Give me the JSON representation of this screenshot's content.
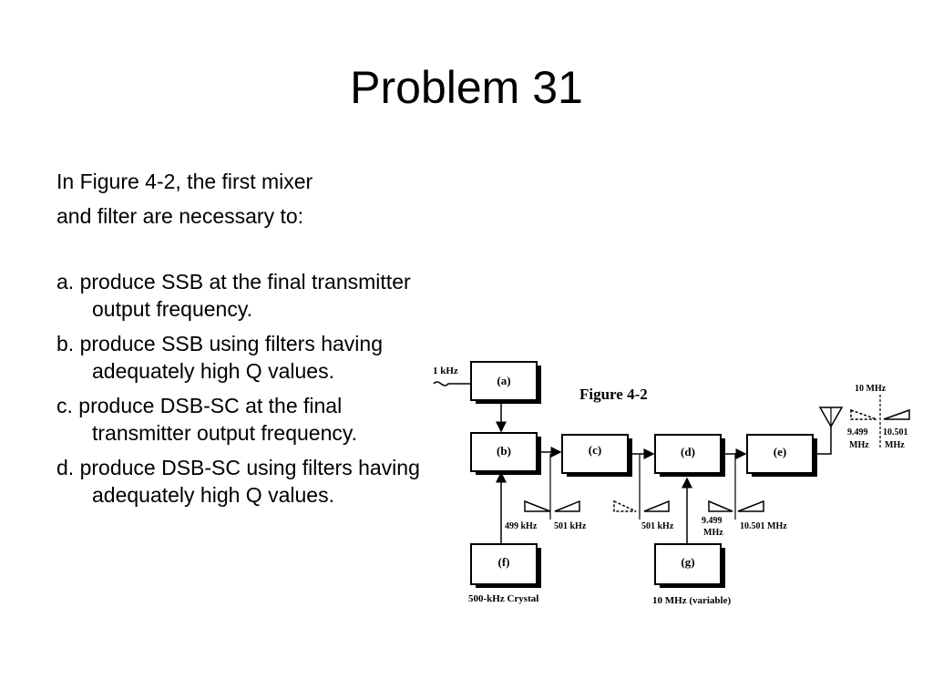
{
  "slide": {
    "title": "Problem 31",
    "question_line1": "In Figure 4-2, the first mixer",
    "question_line2": "and filter are necessary to:",
    "options": [
      "a. produce SSB at the final transmitter output frequency.",
      "b. produce SSB using filters having adequately high Q values.",
      "c. produce DSB-SC at the final transmitter output frequency.",
      "d. produce DSB-SC using filters having adequately high Q values."
    ]
  },
  "figure": {
    "caption": "Figure 4-2",
    "input_label": "1 kHz",
    "blocks": {
      "a": "(a)",
      "b": "(b)",
      "c": "(c)",
      "d": "(d)",
      "e": "(e)",
      "f": "(f)",
      "g": "(g)"
    },
    "labels": {
      "f_below": "500-kHz Crystal",
      "g_below": "10 MHz (variable)",
      "b_low": "499 kHz",
      "b_high": "501 kHz",
      "c_out": "501 kHz",
      "d_low_1": "9.499",
      "d_low_2": "MHz",
      "d_high": "10.501 MHz",
      "out_center": "10 MHz",
      "out_low_1": "9.499",
      "out_low_2": "MHz",
      "out_high_1": "10.501",
      "out_high_2": "MHz"
    }
  }
}
